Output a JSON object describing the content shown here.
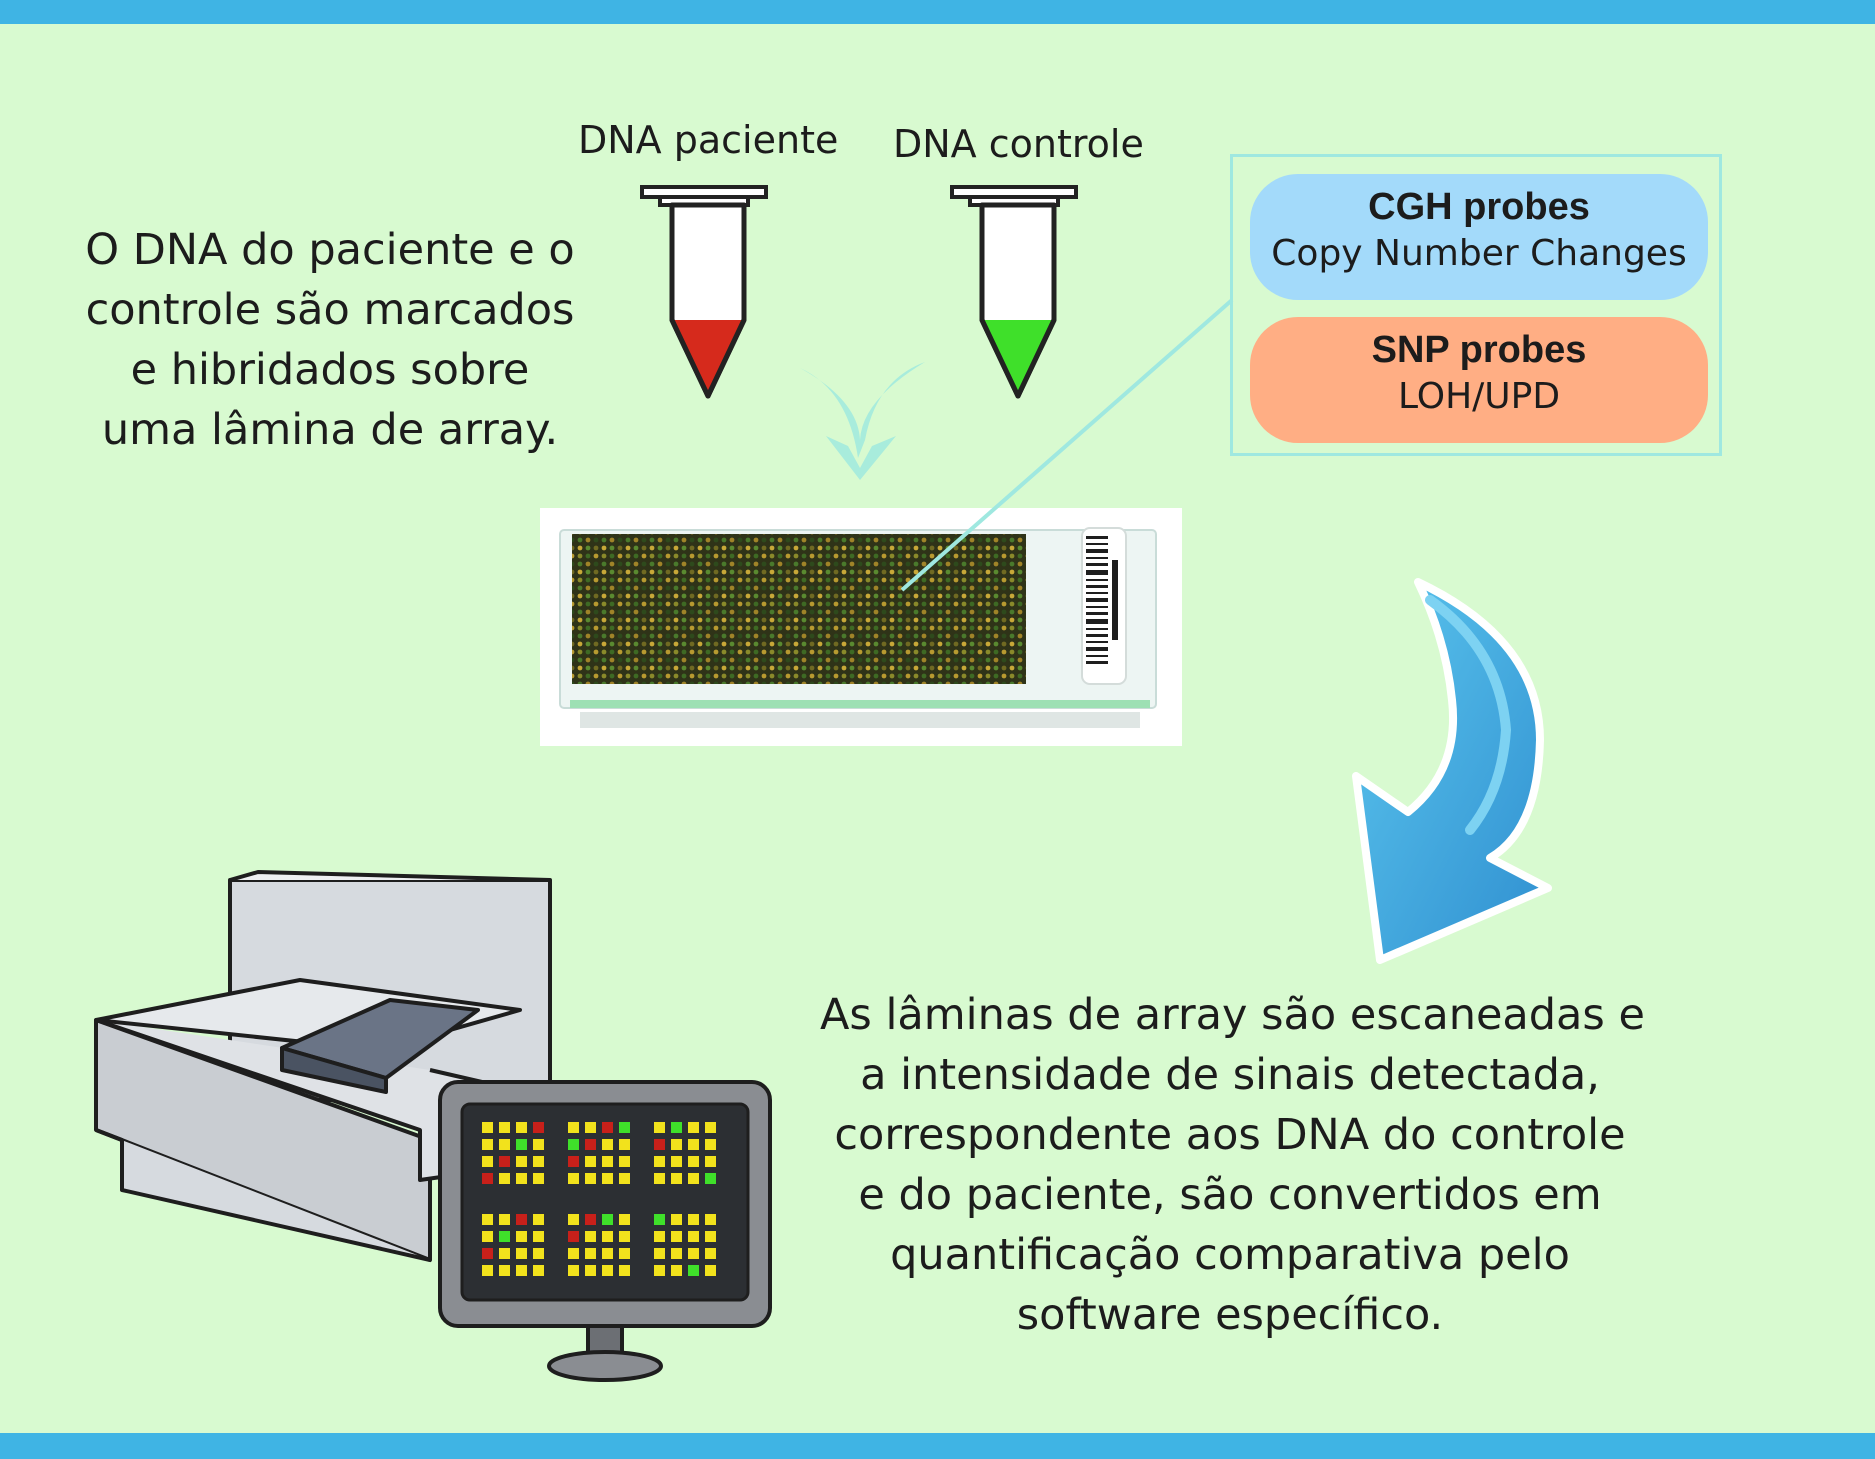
{
  "tubes": {
    "patient_label": "DNA paciente",
    "control_label": "DNA controle"
  },
  "step1": {
    "lines": [
      "O DNA do paciente e o",
      "controle são marcados",
      "e hibridados sobre",
      "uma lâmina de array."
    ]
  },
  "probes": {
    "cgh_title": "CGH probes",
    "cgh_subtitle": "Copy Number Changes",
    "snp_title": "SNP probes",
    "snp_subtitle": "LOH/UPD"
  },
  "step2": {
    "lines": [
      "As lâminas de array são escaneadas e",
      "a intensidade de sinais detectada,",
      "correspondente aos DNA do controle",
      "e do paciente, são convertidos em",
      "quantificação comparativa pelo",
      "software específico."
    ]
  },
  "colors": {
    "background": "#d8fad0",
    "bar": "#3fb4e4",
    "patient_dye": "#d62a1c",
    "control_dye": "#3fe02a",
    "cgh_pill": "#a3dafa",
    "snp_pill": "#ffae84",
    "arrow": "#3aa6dc"
  }
}
